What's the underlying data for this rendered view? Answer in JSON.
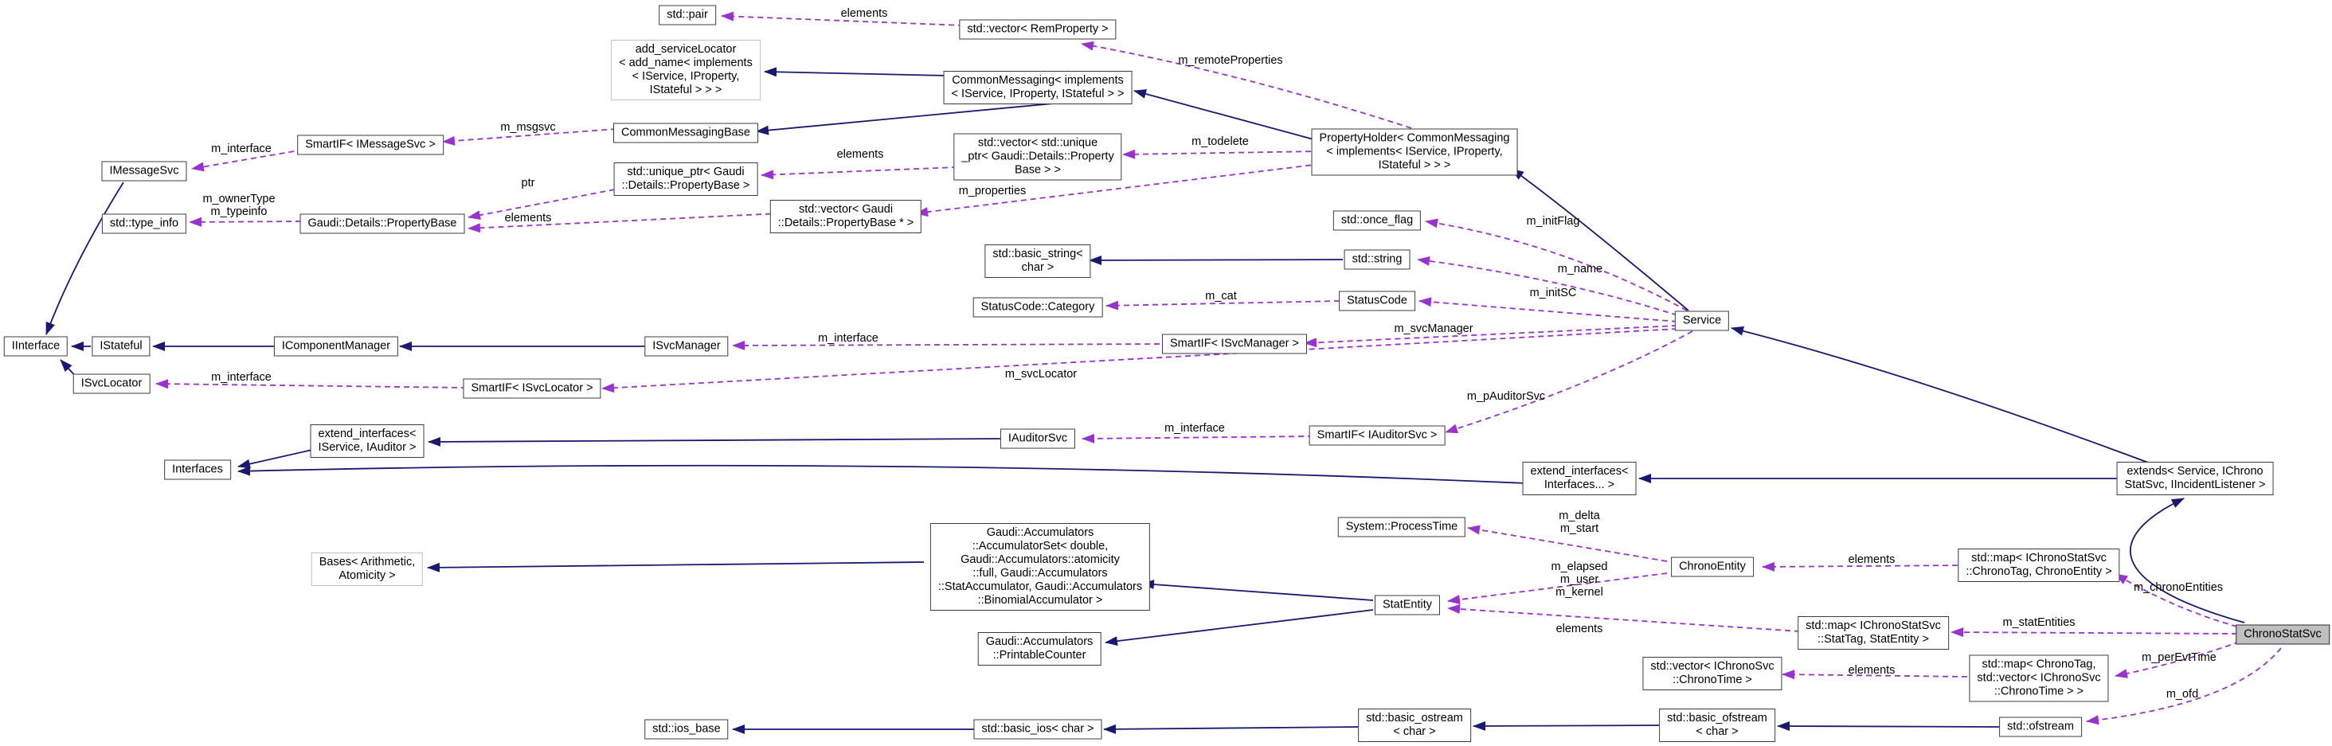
{
  "diagram": {
    "type": "doxygen-collaboration-graph",
    "main_class": "ChronoStatSvc",
    "colors": {
      "inheritance_edge": "#191970",
      "usage_edge": "#9a32cd",
      "node_fill": "#ffffff",
      "main_node_fill": "#bfbfbf",
      "node_border": "#3c3c3c",
      "helper_node_border": "#bfbfbf"
    },
    "nodes": [
      {
        "id": "std-pair",
        "label": "std::pair"
      },
      {
        "id": "vector-remproperty",
        "label": "std::vector< RemProperty >"
      },
      {
        "id": "add-servicelocator",
        "label": "add_serviceLocator\n< add_name< implements\n< IService, IProperty,\nIStateful > > >"
      },
      {
        "id": "commonmessaging",
        "label": "CommonMessaging< implements\n< IService, IProperty, IStateful > >"
      },
      {
        "id": "smartif-imessagesvc",
        "label": "SmartIF< IMessageSvc >"
      },
      {
        "id": "commonmessagingbase",
        "label": "CommonMessagingBase"
      },
      {
        "id": "imessagesvc",
        "label": "IMessageSvc"
      },
      {
        "id": "unique-ptr-propertybase",
        "label": "std::unique_ptr< Gaudi\n::Details::PropertyBase >"
      },
      {
        "id": "vector-unique-ptr",
        "label": "std::vector< std::unique\n_ptr< Gaudi::Details::Property\nBase > >"
      },
      {
        "id": "propertyholder",
        "label": "PropertyHolder< CommonMessaging\n< implements< IService, IProperty,\nIStateful > > >"
      },
      {
        "id": "type-info",
        "label": "std::type_info"
      },
      {
        "id": "propertybase",
        "label": "Gaudi::Details::PropertyBase"
      },
      {
        "id": "vector-propertybase-ptr",
        "label": "std::vector< Gaudi\n::Details::PropertyBase * >"
      },
      {
        "id": "once-flag",
        "label": "std::once_flag"
      },
      {
        "id": "basic-string",
        "label": "std::basic_string<\nchar >"
      },
      {
        "id": "std-string",
        "label": "std::string"
      },
      {
        "id": "statuscode-category",
        "label": "StatusCode::Category"
      },
      {
        "id": "statuscode",
        "label": "StatusCode"
      },
      {
        "id": "service",
        "label": "Service"
      },
      {
        "id": "iinterface",
        "label": "IInterface"
      },
      {
        "id": "istateful",
        "label": "IStateful"
      },
      {
        "id": "icomponentmanager",
        "label": "IComponentManager"
      },
      {
        "id": "isvcmanager",
        "label": "ISvcManager"
      },
      {
        "id": "smartif-isvcmanager",
        "label": "SmartIF< ISvcManager >"
      },
      {
        "id": "isvclocator",
        "label": "ISvcLocator"
      },
      {
        "id": "smartif-isvclocator",
        "label": "SmartIF< ISvcLocator >"
      },
      {
        "id": "extend-interfaces-iservice-iauditor",
        "label": "extend_interfaces<\nIService, IAuditor >"
      },
      {
        "id": "iauditorsvc",
        "label": "IAuditorSvc"
      },
      {
        "id": "smartif-iauditorsvc",
        "label": "SmartIF< IAuditorSvc >"
      },
      {
        "id": "interfaces",
        "label": "Interfaces"
      },
      {
        "id": "extend-interfaces-variadic",
        "label": "extend_interfaces<\nInterfaces... >"
      },
      {
        "id": "extends-service",
        "label": "extends< Service, IChrono\nStatSvc, IIncidentListener >"
      },
      {
        "id": "bases-arithmetic",
        "label": "Bases< Arithmetic,\nAtomicity >"
      },
      {
        "id": "accumulatorset",
        "label": "Gaudi::Accumulators\n::AccumulatorSet< double,\nGaudi::Accumulators::atomicity\n::full, Gaudi::Accumulators\n::StatAccumulator, Gaudi::Accumulators\n::BinomialAccumulator >"
      },
      {
        "id": "printablecounter",
        "label": "Gaudi::Accumulators\n::PrintableCounter"
      },
      {
        "id": "system-processtime",
        "label": "System::ProcessTime"
      },
      {
        "id": "chronoentity",
        "label": "ChronoEntity"
      },
      {
        "id": "statentity",
        "label": "StatEntity"
      },
      {
        "id": "map-chronotag-chronoentity",
        "label": "std::map< IChronoStatSvc\n::ChronoTag, ChronoEntity >"
      },
      {
        "id": "map-stattag-statentity",
        "label": "std::map< IChronoStatSvc\n::StatTag, StatEntity >"
      },
      {
        "id": "vector-chronotime",
        "label": "std::vector< IChronoSvc\n::ChronoTime >"
      },
      {
        "id": "map-chronotag-vector",
        "label": "std::map< ChronoTag,\nstd::vector< IChronoSvc\n::ChronoTime > >"
      },
      {
        "id": "chronostatsvc",
        "label": "ChronoStatSvc"
      },
      {
        "id": "ios-base",
        "label": "std::ios_base"
      },
      {
        "id": "basic-ios",
        "label": "std::basic_ios< char >"
      },
      {
        "id": "basic-ostream",
        "label": "std::basic_ostream\n< char >"
      },
      {
        "id": "basic-ofstream",
        "label": "std::basic_ofstream\n< char >"
      },
      {
        "id": "ofstream",
        "label": "std::ofstream"
      }
    ],
    "edge_labels": [
      {
        "text": "elements"
      },
      {
        "text": "m_remoteProperties"
      },
      {
        "text": "m_msgsvc"
      },
      {
        "text": "m_interface"
      },
      {
        "text": "elements"
      },
      {
        "text": "m_todelete"
      },
      {
        "text": "ptr"
      },
      {
        "text": "m_ownerType\nm_typeinfo"
      },
      {
        "text": "elements"
      },
      {
        "text": "m_properties"
      },
      {
        "text": "m_initFlag"
      },
      {
        "text": "m_name"
      },
      {
        "text": "m_cat"
      },
      {
        "text": "m_initSC"
      },
      {
        "text": "m_interface"
      },
      {
        "text": "m_svcManager"
      },
      {
        "text": "m_interface"
      },
      {
        "text": "m_svcLocator"
      },
      {
        "text": "m_interface"
      },
      {
        "text": "m_pAuditorSvc"
      },
      {
        "text": "m_delta\nm_start"
      },
      {
        "text": "m_elapsed\nm_user\nm_kernel"
      },
      {
        "text": "elements"
      },
      {
        "text": "m_chronoEntities"
      },
      {
        "text": "elements"
      },
      {
        "text": "m_statEntities"
      },
      {
        "text": "m_perEvtTime"
      },
      {
        "text": "elements"
      },
      {
        "text": "m_ofd"
      }
    ]
  }
}
